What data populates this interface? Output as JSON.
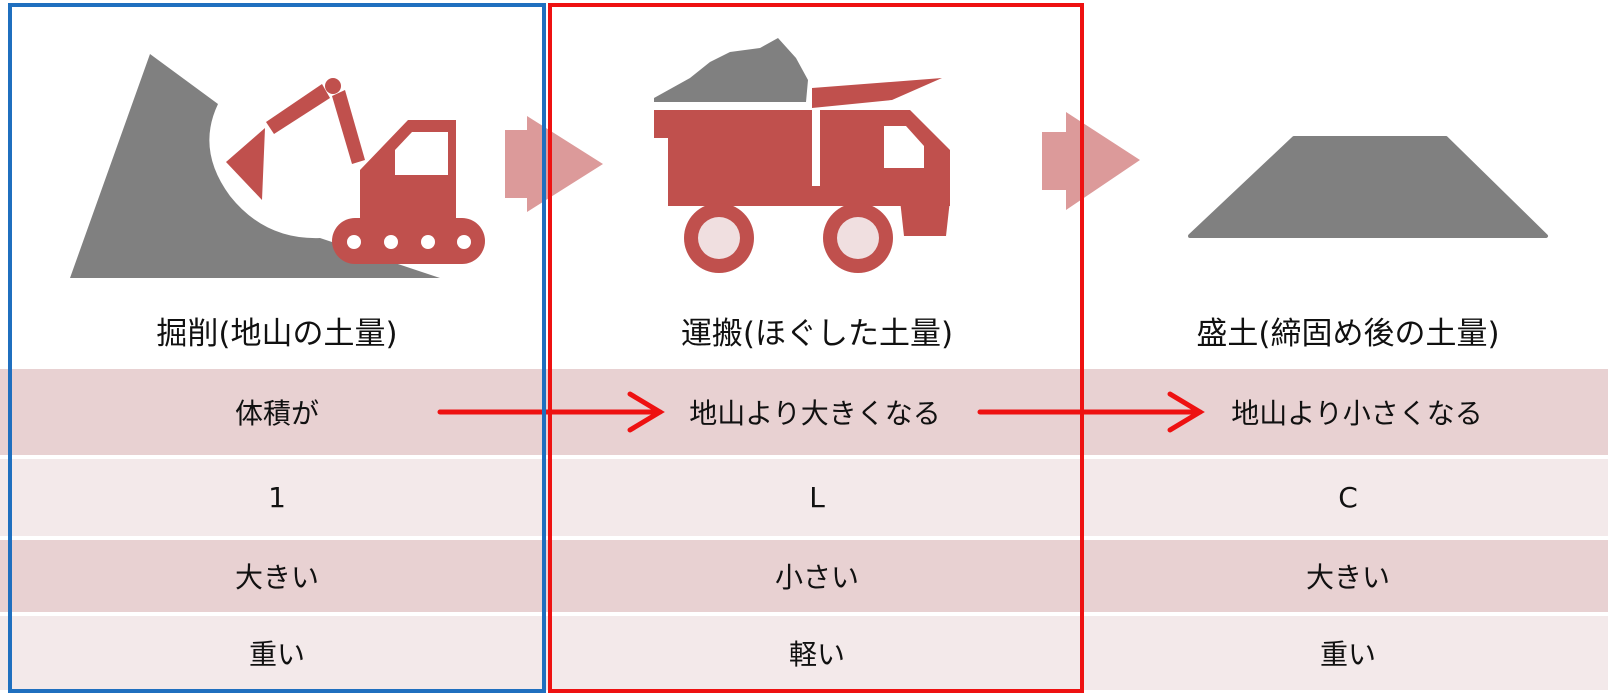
{
  "stages": [
    {
      "label": "掘削(地山の土量)",
      "icon": "excavator-icon"
    },
    {
      "label": "運搬(ほぐした土量)",
      "icon": "dump-truck-icon"
    },
    {
      "label": "盛土(締固め後の土量)",
      "icon": "embankment-icon"
    }
  ],
  "rows": [
    {
      "cells": [
        "体積が",
        "地山より大きくなる",
        "地山より小さくなる"
      ]
    },
    {
      "cells": [
        "1",
        "L",
        "C"
      ]
    },
    {
      "cells": [
        "大きい",
        "小さい",
        "大きい"
      ]
    },
    {
      "cells": [
        "重い",
        "軽い",
        "重い"
      ]
    }
  ],
  "colors": {
    "icon_red": "#c0504d",
    "icon_gray": "#808080",
    "flow_arrow": "#dc9a9a",
    "row_dark": "#e8d1d2",
    "row_light": "#f3e9ea",
    "highlight_blue": "#1f6fbf",
    "highlight_red": "#ee1111",
    "pointer_arrow": "#ee1111"
  }
}
